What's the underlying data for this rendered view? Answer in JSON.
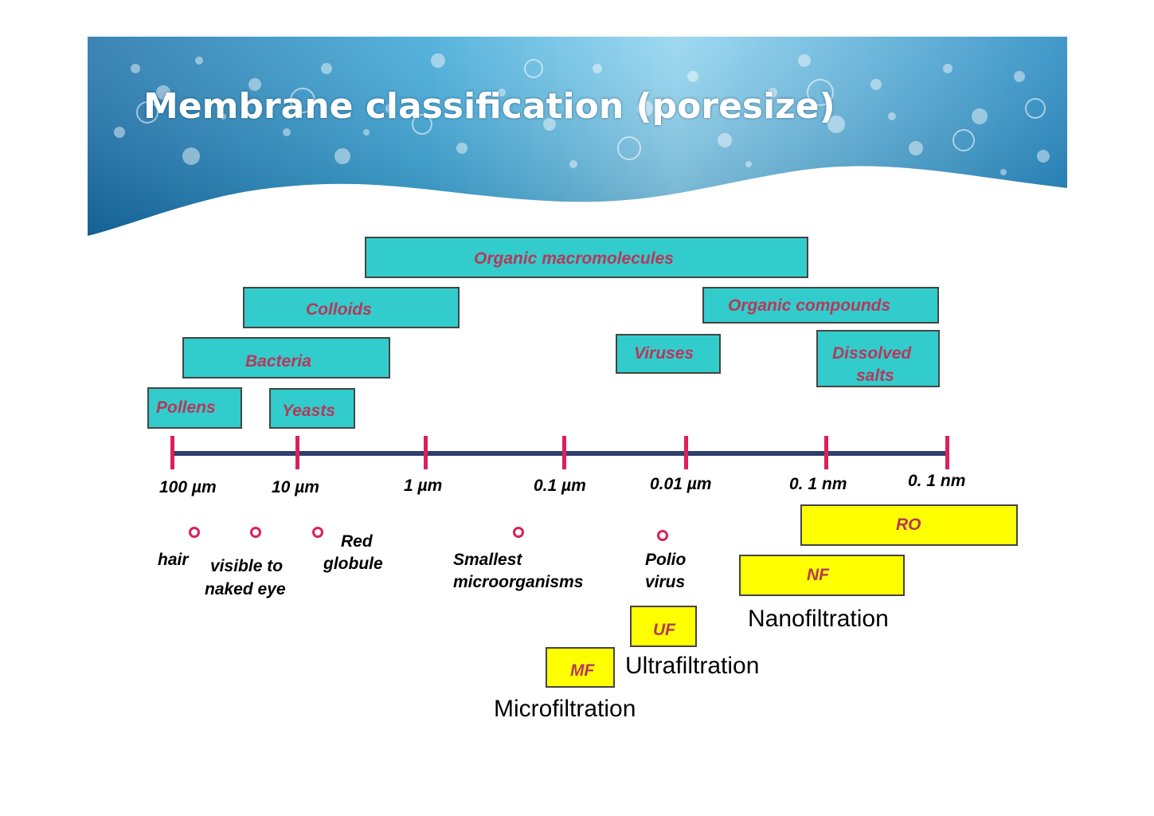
{
  "slide": {
    "title": "Membrane classification (poresize)"
  },
  "categories": {
    "organic_macromolecules": "Organic macromolecules",
    "colloids": "Colloids",
    "organic_compounds": "Organic compounds",
    "bacteria": "Bacteria",
    "viruses": "Viruses",
    "dissolved_salts_line1": "Dissolved",
    "dissolved_salts_line2": "salts",
    "pollens": "Pollens",
    "yeasts": "Yeasts"
  },
  "scale": {
    "ticks": [
      "100 µm",
      "10 µm",
      "1 µm",
      "0.1 µm",
      "0.01 µm",
      "0. 1 nm",
      "0. 1 nm"
    ]
  },
  "references": {
    "hair": "hair",
    "visible_line1": "visible to",
    "visible_line2": "naked eye",
    "red_line1": "Red",
    "red_line2": "globule",
    "smallest_line1": "Smallest",
    "smallest_line2": "microorganisms",
    "polio_line1": "Polio",
    "polio_line2": "virus"
  },
  "processes": {
    "ro_label": "RO",
    "nf_label": "NF",
    "uf_label": "UF",
    "mf_label": "MF",
    "nf_name": "Nanofiltration",
    "uf_name": "Ultrafiltration",
    "mf_name": "Microfiltration"
  },
  "colors": {
    "category_fill": "#33cccc",
    "category_text": "#b5395a",
    "process_fill": "#ffff00",
    "axis": "#2d3f6e",
    "tick": "#dd1f5a"
  }
}
